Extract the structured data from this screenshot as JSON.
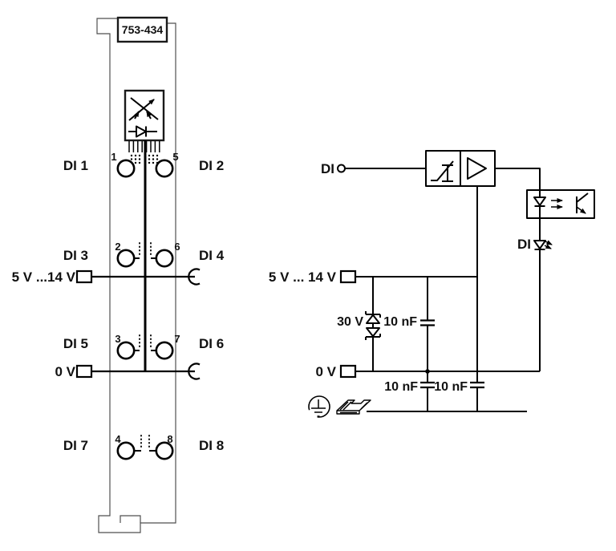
{
  "title": "WAGO digital input module wiring diagram",
  "colors": {
    "background": "#ffffff",
    "line": "#000000",
    "module_outline": "#4f4f4f",
    "text": "#111111"
  },
  "module": {
    "part_number": "753-434",
    "channels": [
      "DI 1",
      "DI 2",
      "DI 3",
      "DI 4",
      "DI 5",
      "DI 6",
      "DI 7",
      "DI 8"
    ],
    "terminals": [
      "1",
      "5",
      "2",
      "6",
      "3",
      "7",
      "4",
      "8"
    ],
    "supply_label": "5 V ...14 V",
    "ground_label": "0 V"
  },
  "schematic": {
    "input_label": "DI",
    "supply_label": "5 V ... 14 V",
    "ground_label": "0 V",
    "suppressor_value": "30 V",
    "capacitor_supply": "10 nF",
    "capacitor_ground_1": "10 nF",
    "capacitor_ground_2": "10 nF",
    "status_led_label": "DI"
  }
}
